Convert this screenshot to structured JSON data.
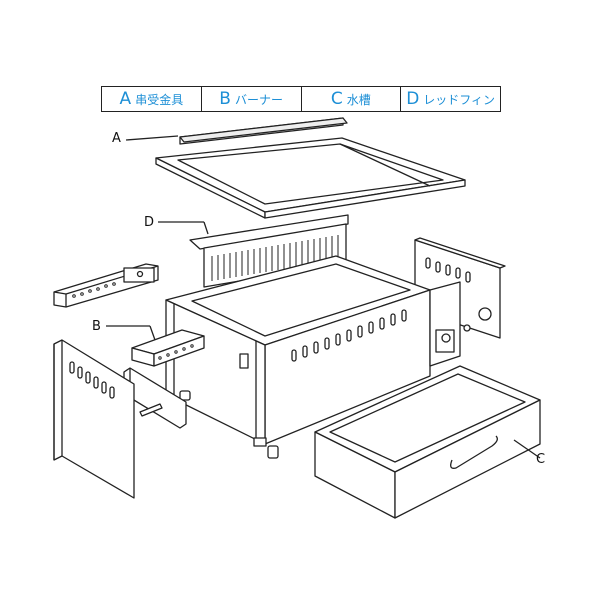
{
  "legend": [
    {
      "letter": "A",
      "name": "串受金具"
    },
    {
      "letter": "B",
      "name": "バーナー"
    },
    {
      "letter": "C",
      "name": "水槽"
    },
    {
      "letter": "D",
      "name": "レッドフィン"
    }
  ],
  "callouts": {
    "a": "A",
    "b": "B",
    "c": "C",
    "d": "D"
  },
  "colors": {
    "legend_text": "#1d8fd6",
    "line": "#222222"
  }
}
